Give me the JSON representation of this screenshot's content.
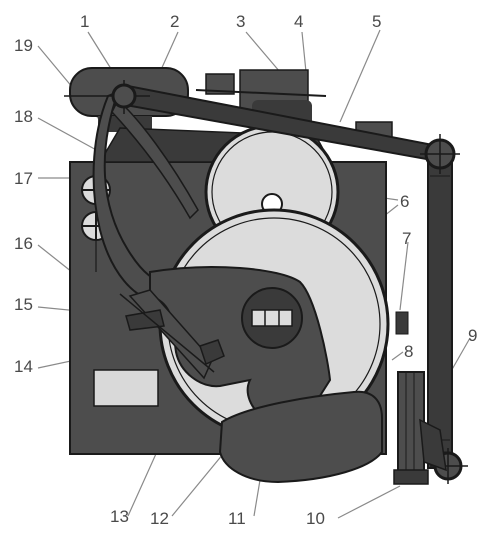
{
  "callouts": {
    "c1": "1",
    "c2": "2",
    "c3": "3",
    "c4": "4",
    "c5": "5",
    "c6": "6",
    "c7": "7",
    "c8": "8",
    "c9": "9",
    "c10": "10",
    "c11": "11",
    "c12": "12",
    "c13": "13",
    "c14": "14",
    "c15": "15",
    "c16": "16",
    "c17": "17",
    "c18": "18",
    "c19": "19"
  },
  "colors": {
    "body": "#4d4d4d",
    "body_dark": "#3a3a3a",
    "outline": "#1a1a1a",
    "wheel_face": "#dcdcdc",
    "leader": "#8a8a8a",
    "window": "#d9d9d9"
  }
}
